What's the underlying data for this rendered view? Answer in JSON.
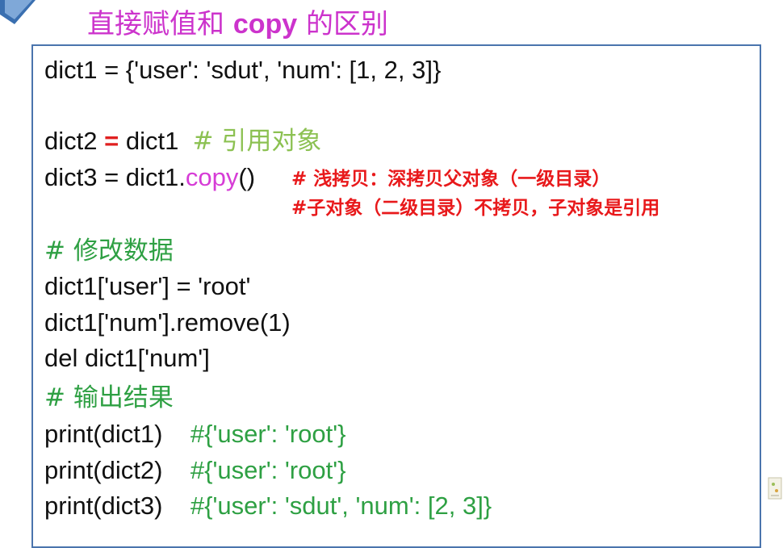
{
  "title": {
    "prefix": "直接赋值和 ",
    "keyword": "copy",
    "suffix": " 的区别"
  },
  "code": {
    "line1": "dict1 = {'user': 'sdut', 'num': [1, 2, 3]}",
    "line2": {
      "lhs": "dict2 ",
      "op": "=",
      "rhs": " dict1  ",
      "comment": "# 引用对象"
    },
    "line3": {
      "prefix": "dict3 = dict1.",
      "method": "copy",
      "suffix": "()"
    },
    "notes": {
      "line1": "# 浅拷贝：深拷贝父对象（一级目录）",
      "line2": "#子对象（二级目录）不拷贝，子对象是引用"
    },
    "comment_modify": "# 修改数据",
    "line4": "dict1['user'] = 'root'",
    "line5": "dict1['num'].remove(1)",
    "line6": "del dict1['num']",
    "comment_output": "# 输出结果",
    "print1": {
      "call": "print(dict1)    ",
      "result": "#{'user': 'root'}"
    },
    "print2": {
      "call": "print(dict2)    ",
      "result": "#{'user': 'root'}"
    },
    "print3": {
      "call": "print(dict3)    ",
      "result": "#{'user': 'sdut', 'num': [2, 3]}"
    }
  },
  "colors": {
    "title": "#cc33cc",
    "border": "#4a74ad",
    "comment_green": "#2ea043",
    "comment_light_green": "#8cc152",
    "method_pink": "#d63cd6",
    "operator_red": "#e02020"
  },
  "icons": {
    "corner": "blue-diamond-corner",
    "mark": "ppt-slide-mark"
  }
}
